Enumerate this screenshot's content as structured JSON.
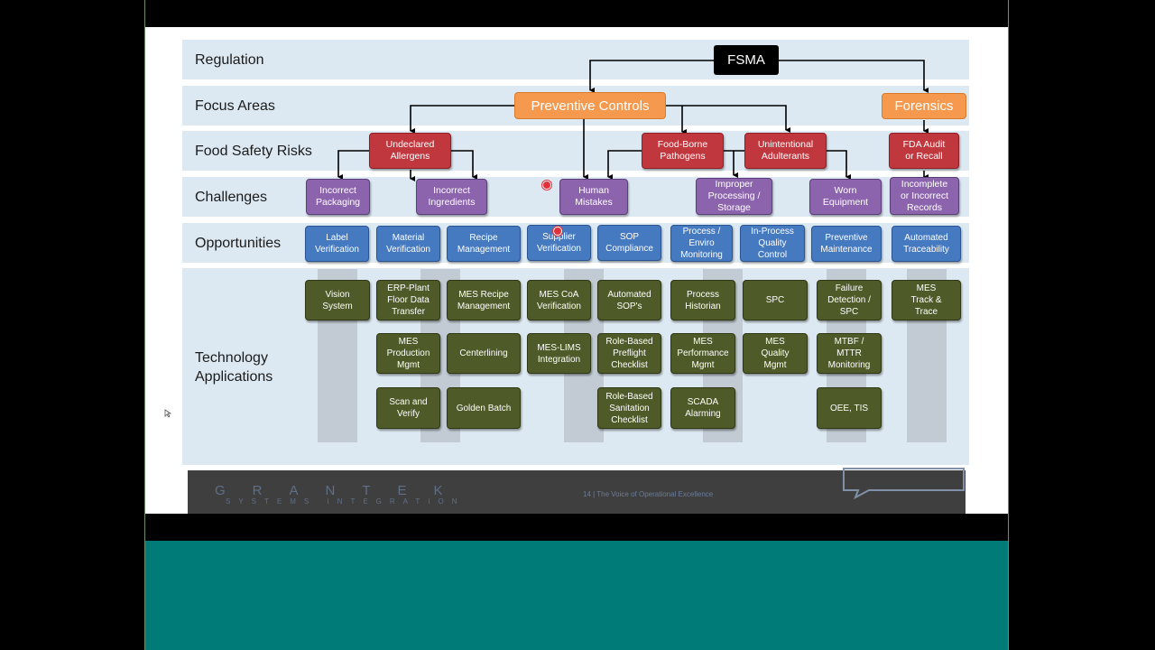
{
  "rows": {
    "regulation": "Regulation",
    "focus_areas": "Focus Areas",
    "food_safety_risks": "Food Safety Risks",
    "challenges": "Challenges",
    "opportunities": "Opportunities",
    "technology_applications": "Technology\nApplications"
  },
  "regulation": {
    "fsma": "FSMA"
  },
  "focus": {
    "preventive_controls": "Preventive Controls",
    "forensics": "Forensics"
  },
  "risks": {
    "undeclared_allergens": "Undeclared\nAllergens",
    "food_borne_pathogens": "Food-Borne\nPathogens",
    "unintentional_adulterants": "Unintentional\nAdulterants",
    "fda_audit": "FDA Audit\nor Recall"
  },
  "challenges": {
    "incorrect_packaging": "Incorrect\nPackaging",
    "incorrect_ingredients": "Incorrect\nIngredients",
    "human_mistakes": "Human\nMistakes",
    "improper_processing": "Improper\nProcessing /\nStorage",
    "worn_equipment": "Worn\nEquipment",
    "incomplete_records": "Incomplete\nor Incorrect\nRecords"
  },
  "opportunities": {
    "label_verification": "Label\nVerification",
    "material_verification": "Material\nVerification",
    "recipe_management": "Recipe\nManagement",
    "supplier_verification": "Supplier\nVerification",
    "sop_compliance": "SOP\nCompliance",
    "process_monitoring": "Process /\nEnviro\nMonitoring",
    "inprocess_quality": "In-Process\nQuality\nControl",
    "preventive_maintenance": "Preventive\nMaintenance",
    "automated_traceability": "Automated\nTraceability"
  },
  "tech": {
    "vision_system": "Vision\nSystem",
    "erp_plant": "ERP-Plant\nFloor Data\nTransfer",
    "mes_recipe": "MES Recipe\nManagement",
    "mes_coa": "MES CoA\nVerification",
    "automated_sops": "Automated\nSOP's",
    "process_historian": "Process\nHistorian",
    "spc": "SPC",
    "failure_detection": "Failure\nDetection /\nSPC",
    "mes_track_trace": "MES\nTrack &\nTrace",
    "mes_production": "MES\nProduction\nMgmt",
    "centerlining": "Centerlining",
    "mes_lims": "MES-LIMS\nIntegration",
    "role_preflight": "Role-Based\nPreflight\nChecklist",
    "mes_performance": "MES\nPerformance\nMgmt",
    "mes_quality": "MES\nQuality\nMgmt",
    "mtbf_mttr": "MTBF /\nMTTR\nMonitoring",
    "scan_verify": "Scan and\nVerify",
    "golden_batch": "Golden Batch",
    "role_sanitation": "Role-Based\nSanitation\nChecklist",
    "scada_alarming": "SCADA\nAlarming",
    "oee_tis": "OEE, TIS"
  },
  "footer": {
    "brand": "GRANTEK",
    "brand_sub": "SYSTEMS INTEGRATION",
    "page": "14 | The Voice of Operational Excellence"
  },
  "colors": {
    "regulation": "#000000",
    "focus": "#f4994e",
    "risk": "#c1373e",
    "challenge": "#8c63ad",
    "opportunity": "#4579c0",
    "technology": "#4e5a27",
    "band": "#dde9f2",
    "teal": "#007b78"
  }
}
